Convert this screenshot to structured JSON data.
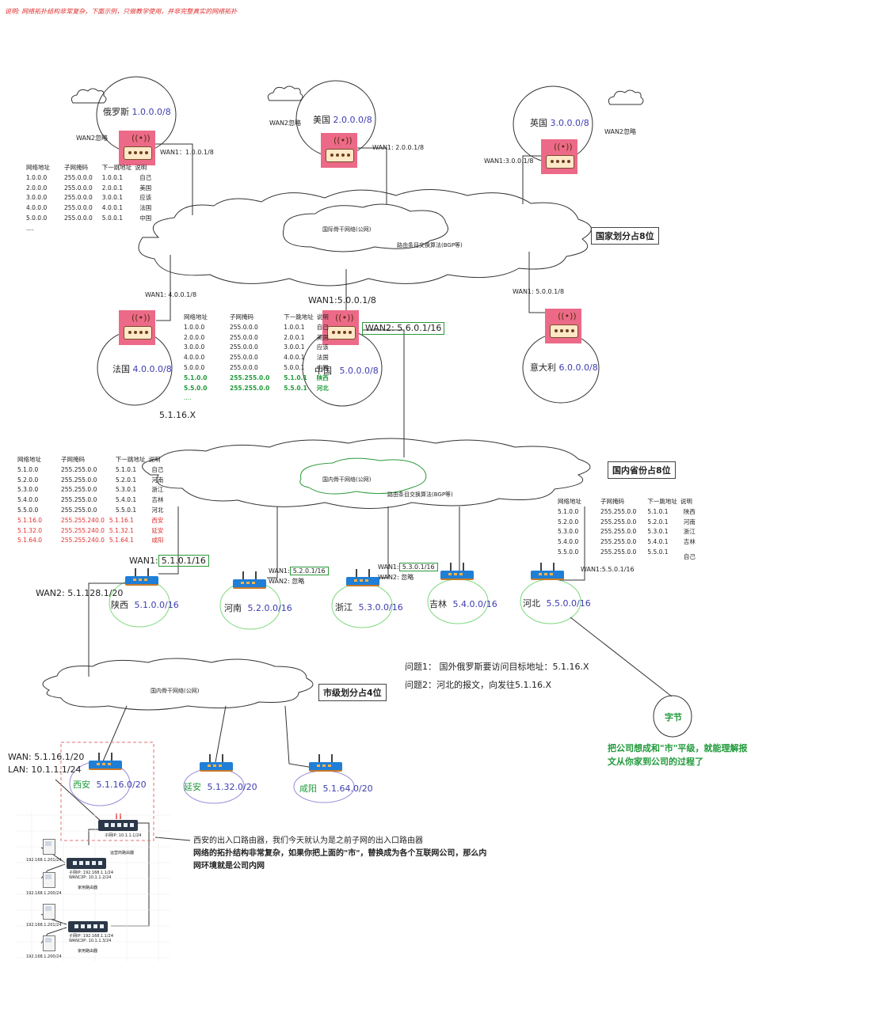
{
  "note": "说明: 网络拓扑结构非常复杂，下面示例，只做教学使用，并非完整真实的网络拓扑",
  "countries": {
    "russia": {
      "name": "俄罗斯",
      "net": "1.0.0.0/8",
      "wan1": "WAN1：1.0.0.1/8",
      "wan2": "WAN2忽略"
    },
    "usa": {
      "name": "美国",
      "net": "2.0.0.0/8",
      "wan1": "WAN1: 2.0.0.1/8",
      "wan2": "WAN2忽略"
    },
    "uk": {
      "name": "英国",
      "net": "3.0.0.0/8",
      "wan1": "WAN1:3.0.0.1/8",
      "wan2": "WAN2忽略"
    },
    "france": {
      "name": "法国",
      "net": "4.0.0.0/8",
      "wan1": "WAN1: 4.0.0.1/8"
    },
    "china": {
      "name": "中国",
      "net": "5.0.0.0/8",
      "wan1": "WAN1:5.0.0.1/8",
      "wan2": "WAN2: 5.6.0.1/16"
    },
    "italy": {
      "name": "意大利",
      "net": "6.0.0.0/8",
      "wan1": "WAN1: 5.0.0.1/8"
    }
  },
  "intl_cloud": {
    "label": "国际骨干网络(公网)",
    "algo": "路由条目交换算法(BGP等)",
    "tag": "国家划分占8位"
  },
  "dom_cloud": {
    "label": "国内骨干网络(公网)",
    "algo": "路由条目交换算法(BGP等)",
    "tag": "国内省份占8位"
  },
  "city_cloud": {
    "label": "国内骨干网络(公网)",
    "tag": "市级划分占4位"
  },
  "table_header": [
    "网络地址",
    "子网掩码",
    "下一跳地址",
    "说明"
  ],
  "table_russia": [
    [
      "1.0.0.0",
      "255.0.0.0",
      "1.0.0.1",
      "自己"
    ],
    [
      "2.0.0.0",
      "255.0.0.0",
      "2.0.0.1",
      "美国"
    ],
    [
      "3.0.0.0",
      "255.0.0.0",
      "3.0.0.1",
      "应该"
    ],
    [
      "4.0.0.0",
      "255.0.0.0",
      "4.0.0.1",
      "法国"
    ],
    [
      "5.0.0.0",
      "255.0.0.0",
      "5.0.0.1",
      "中国"
    ],
    [
      "....",
      "",
      "",
      ""
    ]
  ],
  "table_china": [
    [
      "1.0.0.0",
      "255.0.0.0",
      "1.0.0.1",
      "自己"
    ],
    [
      "2.0.0.0",
      "255.0.0.0",
      "2.0.0.1",
      "美国"
    ],
    [
      "3.0.0.0",
      "255.0.0.0",
      "3.0.0.1",
      "应该"
    ],
    [
      "4.0.0.0",
      "255.0.0.0",
      "4.0.0.1",
      "法国"
    ],
    [
      "5.0.0.0",
      "255.0.0.0",
      "5.0.0.1",
      "中国"
    ],
    [
      "5.1.0.0",
      "255.255.0.0",
      "5.1.0.1",
      "陕西"
    ],
    [
      "5.5.0.0",
      "255.255.0.0",
      "5.5.0.1",
      "河北"
    ],
    [
      "....",
      "",
      "",
      ""
    ]
  ],
  "china_target": "5.1.16.X",
  "table_shaanxi": [
    [
      "5.1.0.0",
      "255.255.0.0",
      "5.1.0.1",
      "自己"
    ],
    [
      "5.2.0.0",
      "255.255.0.0",
      "5.2.0.1",
      "河南"
    ],
    [
      "5.3.0.0",
      "255.255.0.0",
      "5.3.0.1",
      "浙江"
    ],
    [
      "5.4.0.0",
      "255.255.0.0",
      "5.4.0.1",
      "吉林"
    ],
    [
      "5.5.0.0",
      "255.255.0.0",
      "5.5.0.1",
      "河北"
    ],
    [
      "5.1.16.0",
      "255.255.240.0",
      "5.1.16.1",
      "西安"
    ],
    [
      "5.1.32.0",
      "255.255.240.0",
      "5.1.32.1",
      "延安"
    ],
    [
      "5.1.64.0",
      "255.255.240.0",
      "5.1.64.1",
      "咸阳"
    ]
  ],
  "table_hebei": [
    [
      "5.1.0.0",
      "255.255.0.0",
      "5.1.0.1",
      "陕西"
    ],
    [
      "5.2.0.0",
      "255.255.0.0",
      "5.2.0.1",
      "河南"
    ],
    [
      "5.3.0.0",
      "255.255.0.0",
      "5.3.0.1",
      "浙江"
    ],
    [
      "5.4.0.0",
      "255.255.0.0",
      "5.4.0.1",
      "吉林"
    ],
    [
      "5.5.0.0",
      "255.255.0.0",
      "5.5.0.1",
      "自己"
    ]
  ],
  "provinces": {
    "shaanxi": {
      "name": "陕西",
      "net": "5.1.0.0/16",
      "wan1": "WAN1:",
      "wan1_ip": "5.1.0.1/16",
      "wan2": "WAN2: 5.1.128.1/20"
    },
    "henan": {
      "name": "河南",
      "net": "5.2.0.0/16",
      "wan1": "WAN1:",
      "wan1_ip": "5.2.0.1/16",
      "wan2": "WAN2: 忽略"
    },
    "zhejiang": {
      "name": "浙江",
      "net": "5.3.0.0/16",
      "wan1": "WAN1:",
      "wan1_ip": "5.3.0.1/16",
      "wan2": "WAN2: 忽略"
    },
    "jilin": {
      "name": "吉林",
      "net": "5.4.0.0/16"
    },
    "hebei": {
      "name": "河北",
      "net": "5.5.0.0/16",
      "wan1": "WAN1:5.5.0.1/16"
    }
  },
  "cities": {
    "xian": {
      "name": "西安",
      "net": "5.1.16.0/20",
      "wan": "WAN: 5.1.16.1/20",
      "lan": "LAN: 10.1.1.1/24"
    },
    "yanan": {
      "name": "延安",
      "net": "5.1.32.0/20"
    },
    "xianyang": {
      "name": "咸阳",
      "net": "5.1.64.0/20"
    }
  },
  "questions": [
    "问题1：  国外俄罗斯要访问目标地址：5.1.16.X",
    "问题2：河北的报文，向发往5.1.16.X"
  ],
  "company": {
    "name": "字节",
    "note_line1": "把公司想成和\"市\"平级，就能理解报",
    "note_line2": "文从你家到公司的过程了"
  },
  "xian_note": {
    "line1": "西安的出入口路由器，我们今天就认为是之前子网的出入口路由器",
    "line2": "网络的拓扑结构非常复杂，如果你把上面的\"市\"，替换成为各个互联网公司，那么内",
    "line3": "网环境就是公司内网"
  },
  "lan_diagram": {
    "top_router_ip": "子网IP:  10.1.1.1/24",
    "top_router_name": "运营商路由器",
    "r1_lan": "子网IP:   192.168.1.1/24",
    "r1_wan": "WAN口IP:  10.1.1.2/24",
    "r1_name": "家用路由器",
    "r2_lan": "子网IP:   192.168.1.1/24",
    "r2_wan": "WAN口IP:  10.1.1.3/24",
    "r2_name": "家用路由器",
    "pc1": "192.168.1.201/24",
    "pc2": "192.168.1.200/24",
    "pc3": "192.168.1.201/24",
    "pc4": "192.168.1.200/24"
  },
  "colors": {
    "router": "#ec6a88",
    "accent_blue": "#3d3db0",
    "accent_green": "#1f9a3a",
    "accent_red": "#e03030",
    "switch_blue": "#1f7fd6"
  }
}
